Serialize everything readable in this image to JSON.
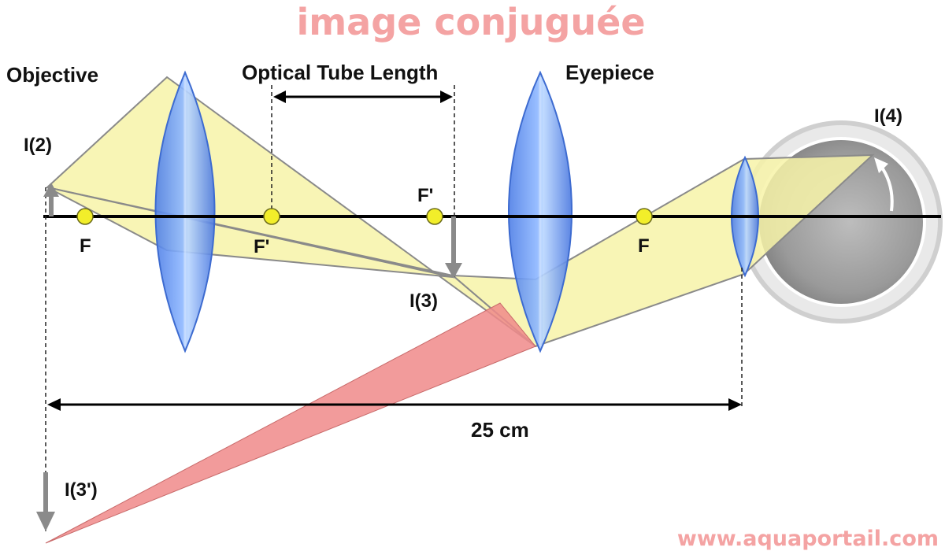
{
  "title": "image conjuguée",
  "watermark": "www.aquaportail.com",
  "labels": {
    "objective": "Objective",
    "optical_tube_length": "Optical Tube Length",
    "eyepiece": "Eyepiece",
    "image_2": "I(2)",
    "image_3": "I(3)",
    "image_3_prime": "I(3')",
    "image_4": "I(4)",
    "focal_point": "F",
    "focal_point_prime": "F'",
    "distance": "25 cm"
  },
  "colors": {
    "lens_blue": "#5b8ff0",
    "ray_yellow": "#f7f3a8",
    "ray_red": "#f08a8a",
    "axis": "#000000",
    "focal_dot": "#f2ee2a",
    "image_arrow": "#8a8a8a",
    "title_pink": "#f4a3a3"
  }
}
